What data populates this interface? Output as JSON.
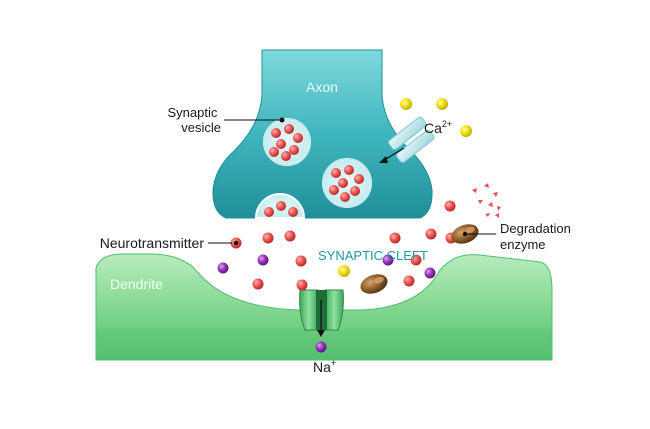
{
  "labels": {
    "axon": "Axon",
    "synaptic_vesicle_line1": "Synaptic",
    "synaptic_vesicle_line2": "vesicle",
    "calcium": "Ca",
    "calcium_charge": "2+",
    "neurotransmitter": "Neurotransmitter",
    "synaptic_cleft": "SYNAPTIC CLEFT",
    "degradation_line1": "Degradation",
    "degradation_line2": "enzyme",
    "dendrite": "Dendrite",
    "sodium": "Na",
    "sodium_charge": "+"
  },
  "colors": {
    "axon_fill": "#3fb6bd",
    "axon_dark": "#1f8f98",
    "dendrite_fill": "#8fdc9a",
    "dendrite_dark": "#3fae5a",
    "neurotransmitter": "#e8504f",
    "calcium": "#f0e11a",
    "sodium": "#8a2fb0",
    "enzyme": "#8a5a2a",
    "label_text": "#1a1a1a",
    "axon_label": "#e8fbfc",
    "cleft_label": "#1f9aa3"
  }
}
